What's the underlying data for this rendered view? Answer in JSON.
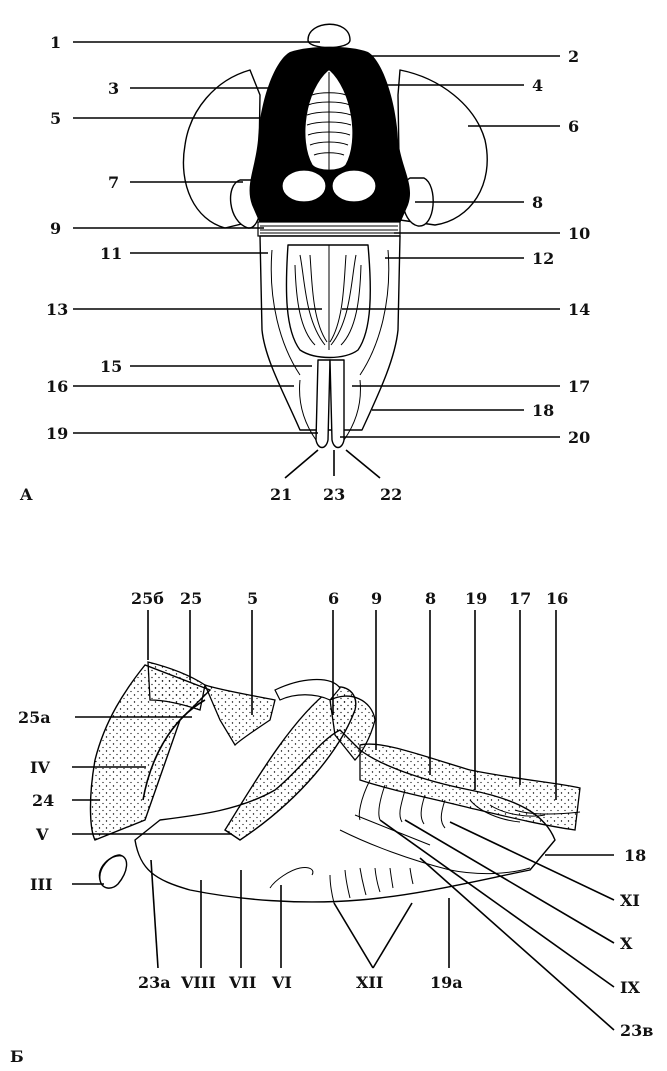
{
  "panel_a": {
    "letter": "A",
    "left_labels": [
      "1",
      "3",
      "5",
      "7",
      "9",
      "11",
      "13",
      "15",
      "16",
      "19"
    ],
    "right_labels": [
      "2",
      "4",
      "6",
      "8",
      "10",
      "12",
      "14",
      "17",
      "18",
      "20"
    ],
    "bottom_labels": [
      "21",
      "23",
      "22"
    ]
  },
  "panel_b": {
    "letter": "Б",
    "top_labels": [
      "25б",
      "25",
      "5",
      "6",
      "9",
      "8",
      "19",
      "17",
      "16"
    ],
    "left_labels": [
      "25а",
      "IV",
      "24",
      "V",
      "III"
    ],
    "right_labels": [
      "18",
      "XI",
      "X",
      "IX",
      "23в"
    ],
    "bottom_labels": [
      "23а",
      "VIII",
      "VII",
      "VI",
      "XII",
      "19а"
    ]
  }
}
